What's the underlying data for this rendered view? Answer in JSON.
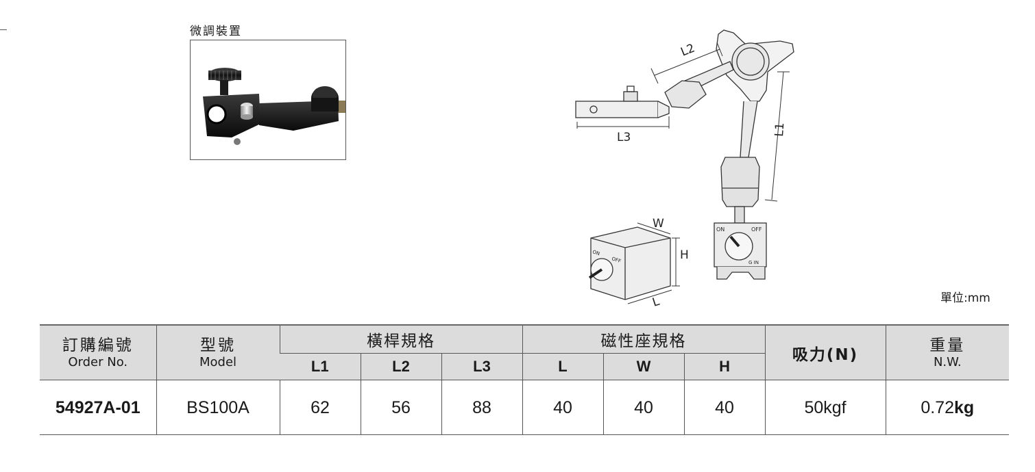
{
  "caption": "微調裝置",
  "drawing_labels": {
    "L1": "L1",
    "L2": "L2",
    "L3": "L3",
    "W": "W",
    "H": "H",
    "L": "L",
    "on": "ON",
    "off": "OFF",
    "gin": "G IN"
  },
  "unit_note": "單位:mm",
  "table": {
    "headers": {
      "order_no_zh": "訂購編號",
      "order_no_en": "Order No.",
      "model_zh": "型號",
      "model_en": "Model",
      "arm_group": "橫桿規格",
      "base_group": "磁性座規格",
      "force": "吸力(N)",
      "weight_zh": "重量",
      "weight_en": "N.W.",
      "sub": [
        "L1",
        "L2",
        "L3",
        "L",
        "W",
        "H"
      ]
    },
    "rows": [
      {
        "order_no": "54927A-01",
        "model": "BS100A",
        "l1": "62",
        "l2": "56",
        "l3": "88",
        "l": "40",
        "w": "40",
        "h": "40",
        "force": "50kgf",
        "weight_num": "0.72",
        "weight_unit": "kg"
      }
    ]
  }
}
